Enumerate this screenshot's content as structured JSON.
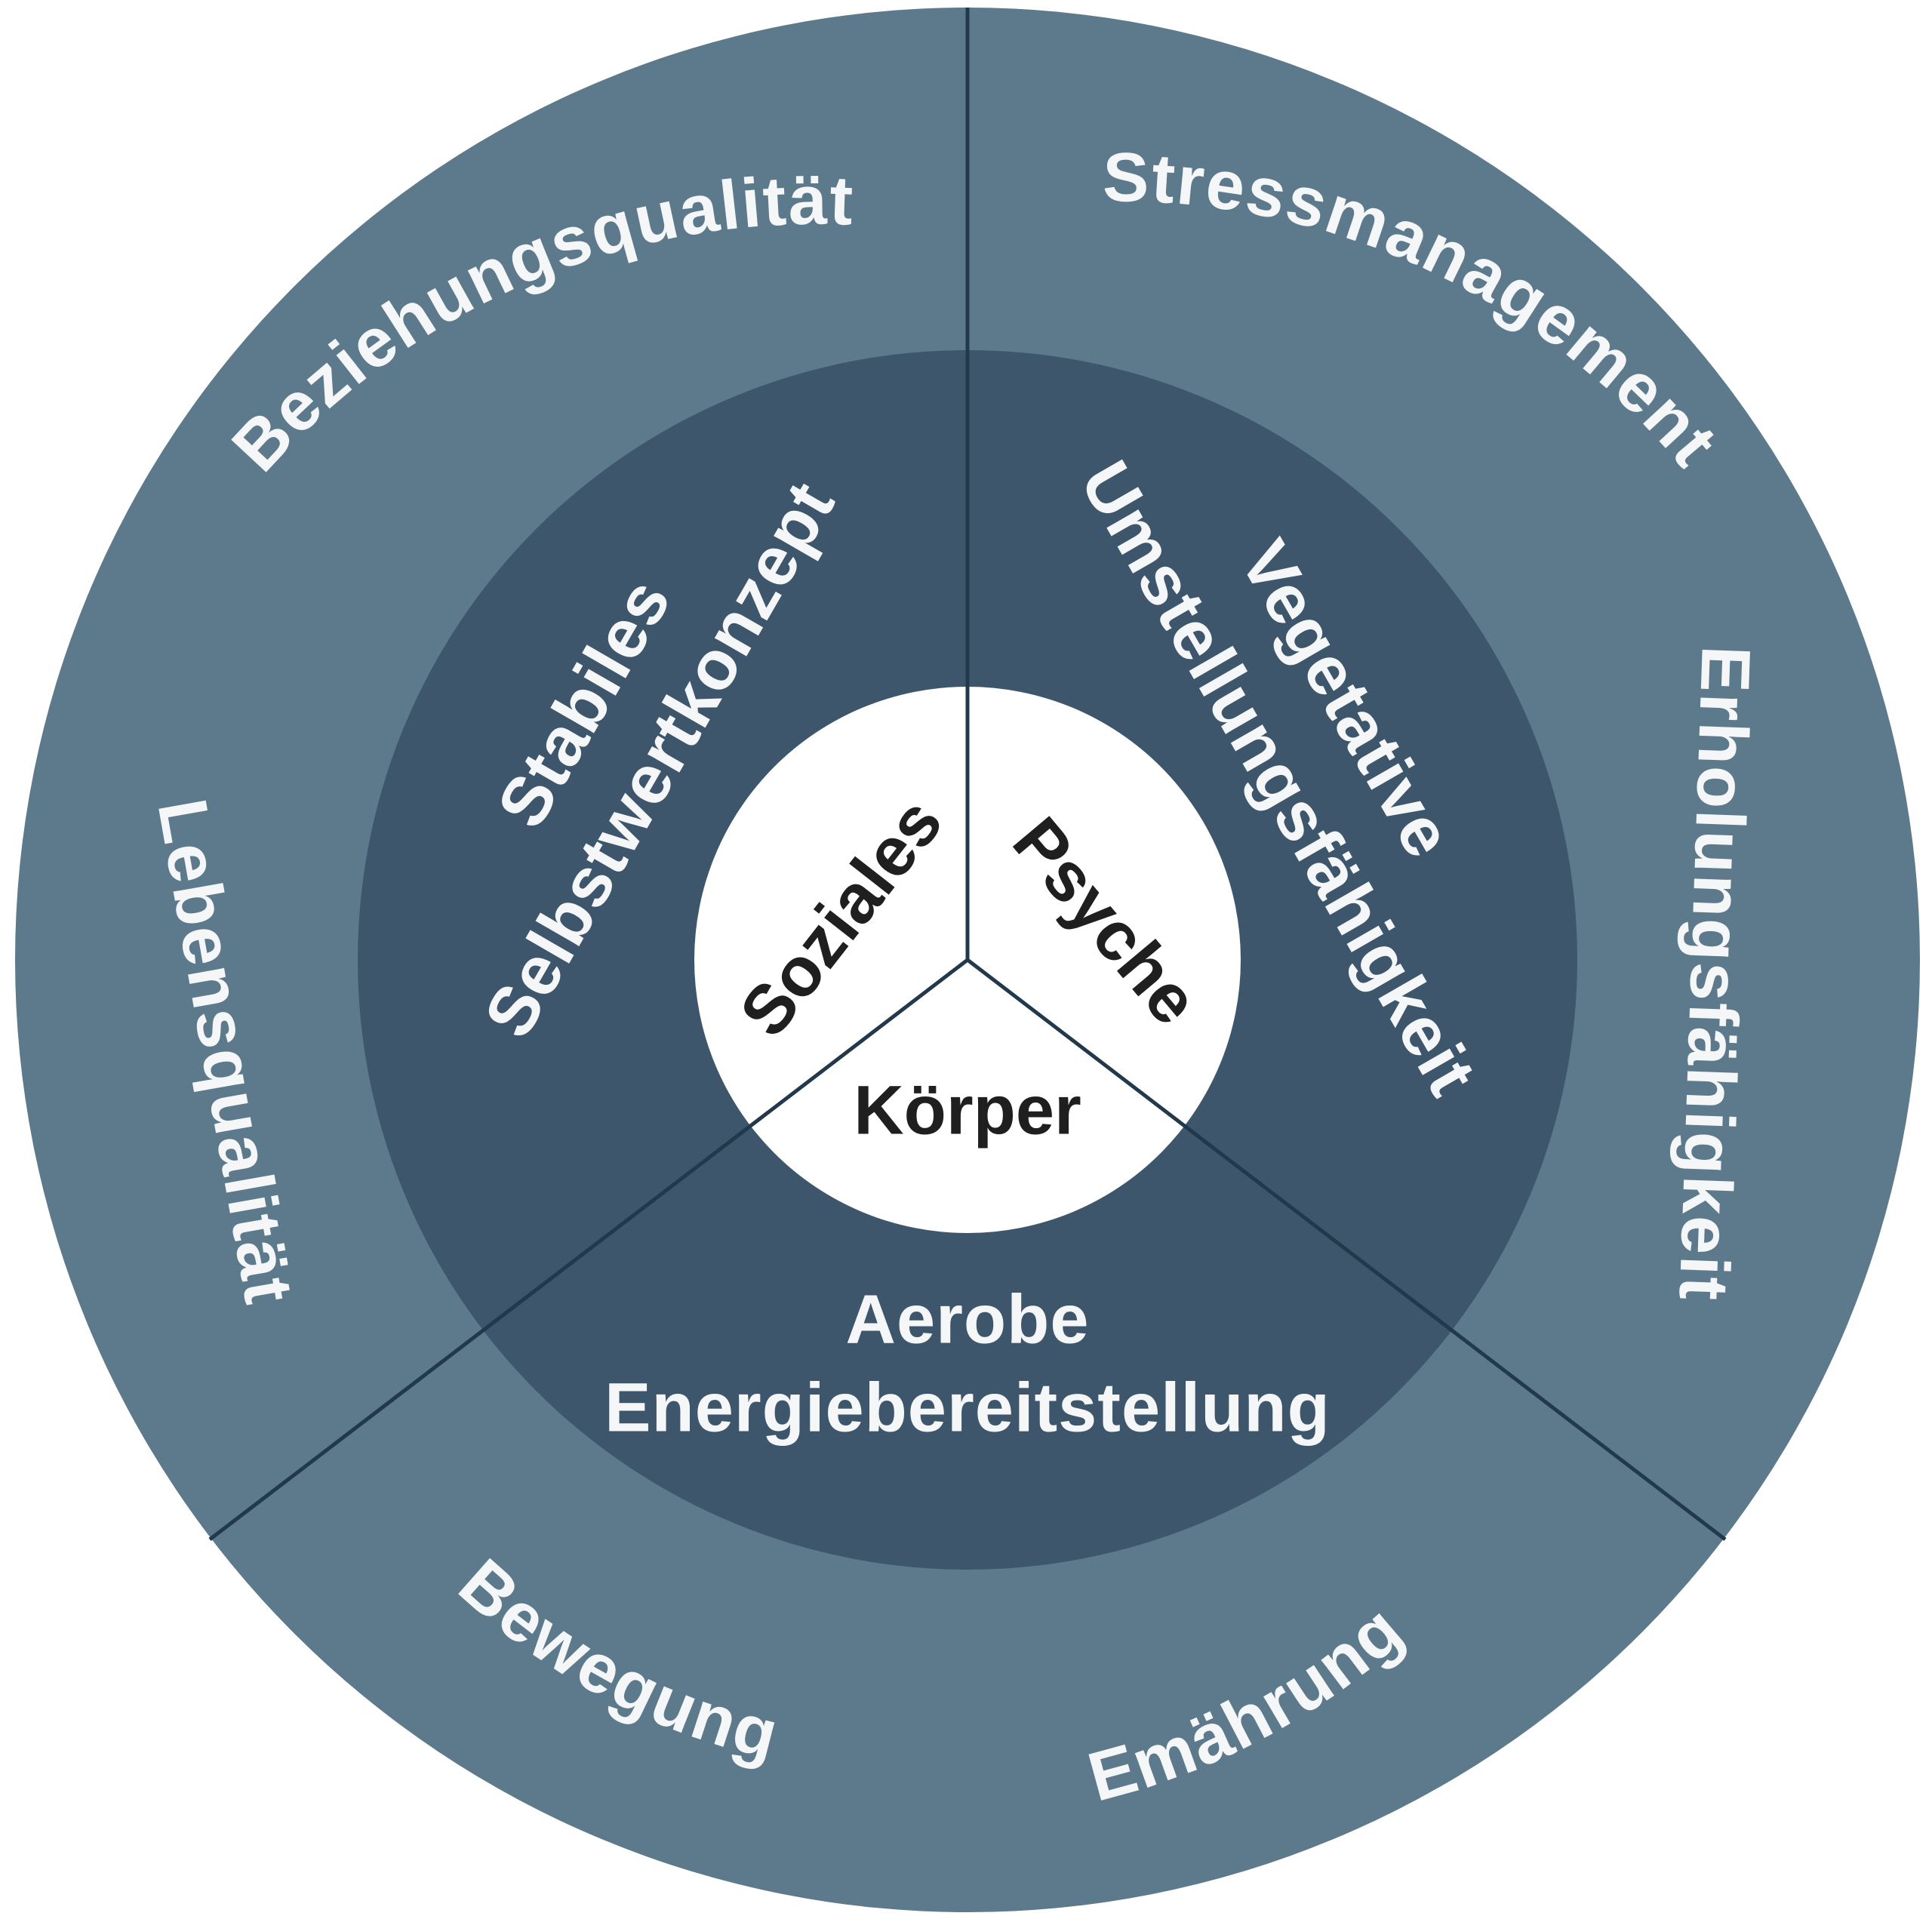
{
  "colors": {
    "outer_ring": "#5d7a8c",
    "middle_ring": "#3d566b",
    "core": "#ffffff",
    "divider": "#22394c",
    "light_text": "#f4f6f8",
    "dark_text": "#1f1f1f"
  },
  "core": {
    "soziales": "Soziales",
    "psyche": "Psyche",
    "koerper": "Körper"
  },
  "middle": {
    "soziales_line1": "Stabiles",
    "soziales_line2": "Selbstwertkonzept",
    "psyche_line1": "Vegetative",
    "psyche_line2": "Umstellungsfähigkeit",
    "koerper_line1": "Aerobe",
    "koerper_line2": "Energiebereitstellung"
  },
  "outer": {
    "beziehungsqualitaet": "Beziehungsqualität",
    "lebensqualitaet": "Lebensqualität",
    "stressmanagement": "Stressmanagement",
    "erholungsfaehigkeit": "Erholungsfähigkeit",
    "bewegung": "Bewegung",
    "ernaehrung": "Emährung"
  }
}
